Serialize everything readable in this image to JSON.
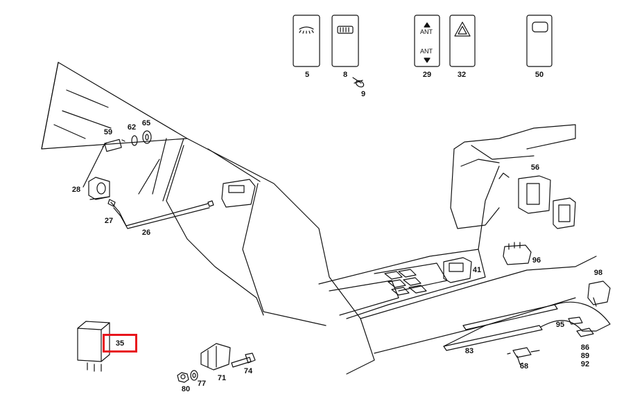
{
  "labels": {
    "p5": "5",
    "p8": "8",
    "p9": "9",
    "p29": "29",
    "p32": "32",
    "p50": "50",
    "p59": "59",
    "p62": "62",
    "p65": "65",
    "p28": "28",
    "p27": "27",
    "p26": "26",
    "p56": "56",
    "p96": "96",
    "p41": "41",
    "p98": "98",
    "p95": "95",
    "p86": "86",
    "p89": "89",
    "p92": "92",
    "p83": "83",
    "p68": "68",
    "p35": "35",
    "p80": "80",
    "p77": "77",
    "p71": "71",
    "p74": "74"
  },
  "switch_text": {
    "ant_up": "ANT",
    "ant_down": "ANT"
  },
  "highlight": {
    "part": "35",
    "color": "#e8141c"
  }
}
